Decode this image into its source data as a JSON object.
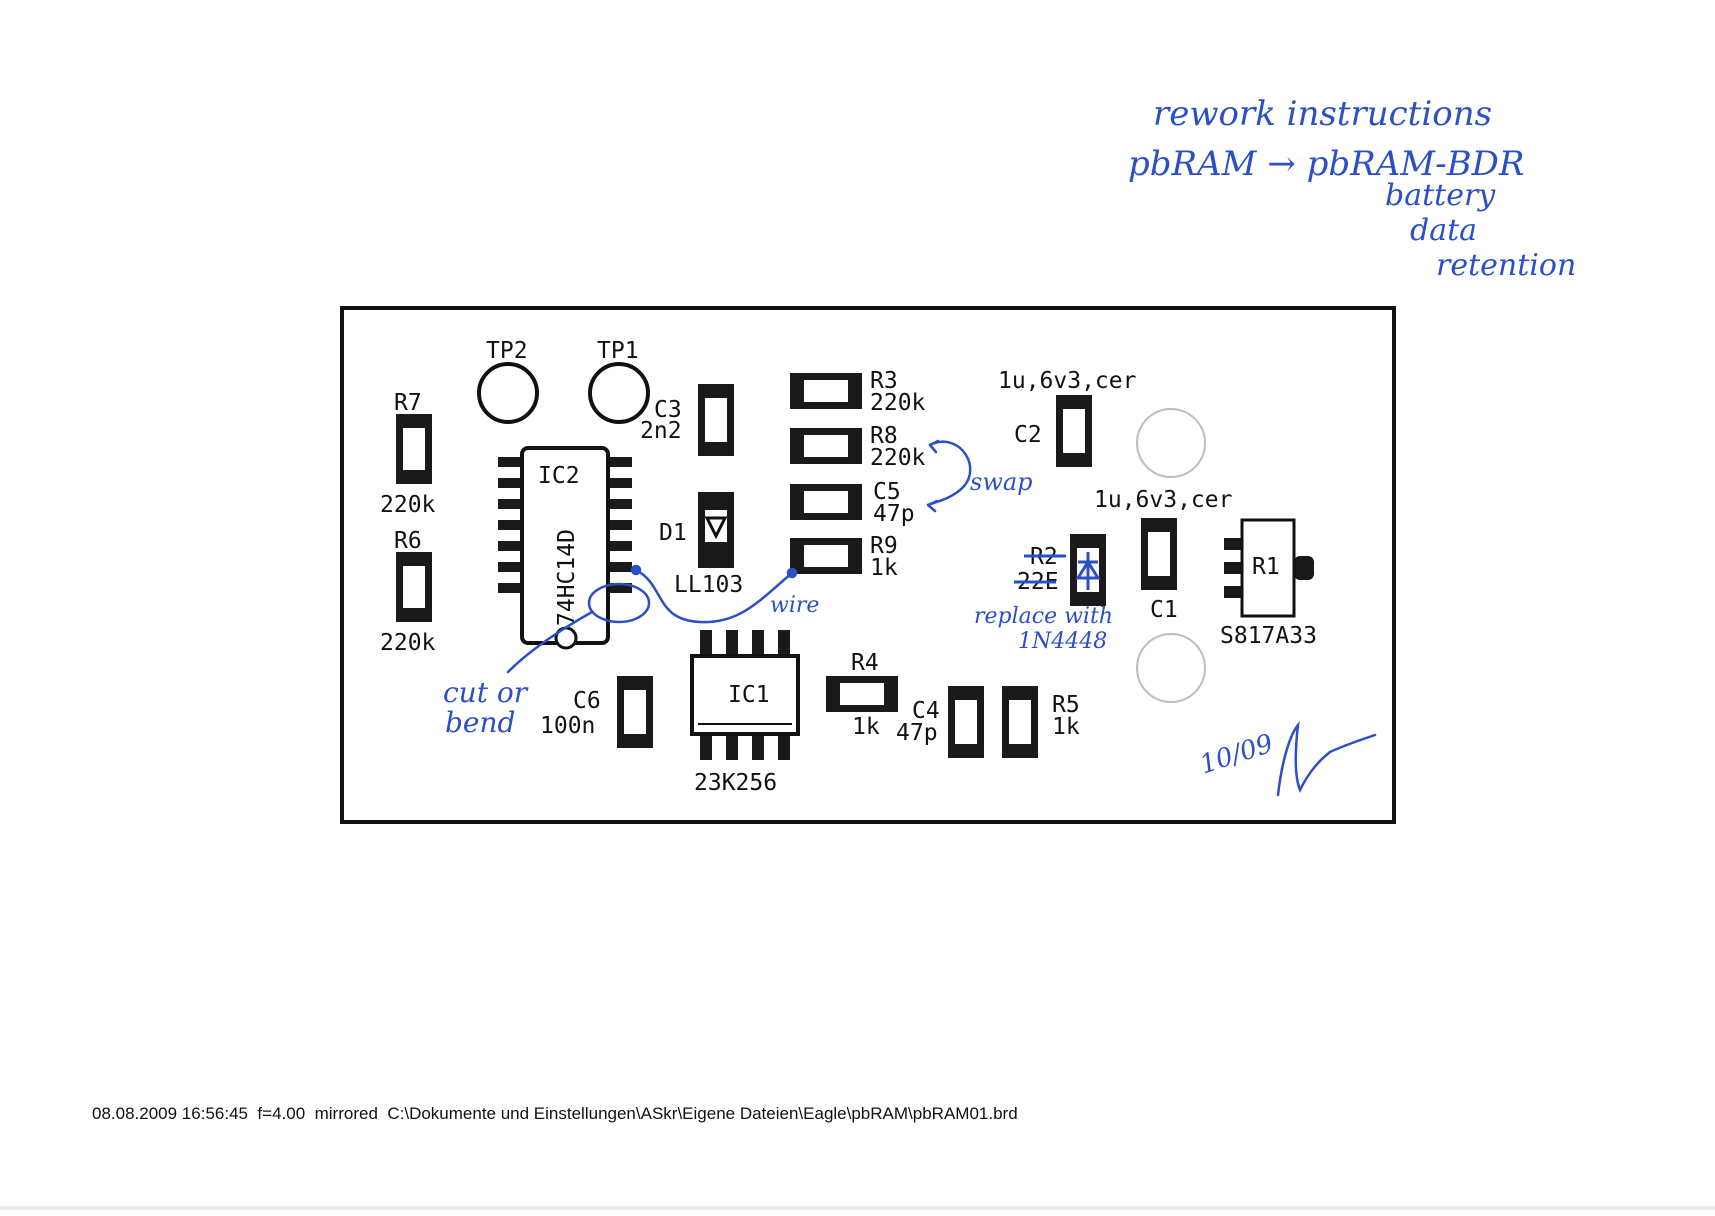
{
  "annotation": {
    "title_line1": "rework instructions",
    "title_line2": "pbRAM → pbRAM-BDR",
    "title_line3": "battery",
    "title_line4": "data",
    "title_line5": "retention",
    "swap": "swap",
    "wire": "wire",
    "cut_line1": "cut or",
    "cut_line2": "bend",
    "replace_line1": "replace with",
    "replace_line2": "1N4448",
    "date_sig": "10/09",
    "ink_color": "#2a4fc7"
  },
  "board": {
    "labels": {
      "tp2": "TP2",
      "tp1": "TP1",
      "r7": "R7",
      "r7_val": "220k",
      "r6": "R6",
      "r6_val": "220k",
      "ic2": "IC2",
      "ic2_part": "74HC14D",
      "c3": "C3",
      "c3_val": "2n2",
      "d1": "D1",
      "d1_part": "LL103",
      "r3": "R3",
      "r3_val": "220k",
      "r8": "R8",
      "r8_val": "220k",
      "c5": "C5",
      "c5_val": "47p",
      "r9": "R9",
      "r9_val": "1k",
      "c2_spec": "1u,6v3,cer",
      "c2": "C2",
      "c1_spec": "1u,6v3,cer",
      "r2": "R2",
      "r2_val": "22E",
      "c1": "C1",
      "r1": "R1",
      "r1_part": "S817A33",
      "c6": "C6",
      "c6_val": "100n",
      "ic1": "IC1",
      "ic1_part": "23K256",
      "r4": "R4",
      "r4_val": "1k",
      "c4": "C4",
      "c4_val": "47p",
      "r5": "R5",
      "r5_val": "1k"
    }
  },
  "footer": {
    "text": "08.08.2009 16:56:45  f=4.00  mirrored  C:\\Dokumente und Einstellungen\\ASkr\\Eigene Dateien\\Eagle\\pbRAM\\pbRAM01.brd"
  }
}
